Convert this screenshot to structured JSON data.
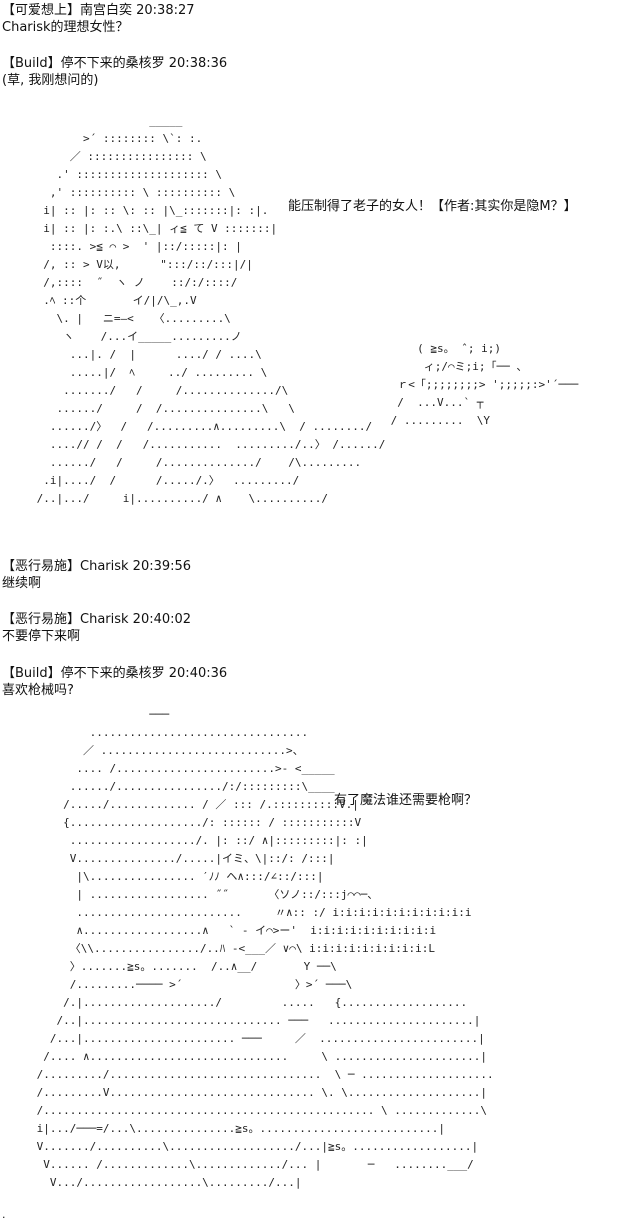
{
  "messages": [
    {
      "header": "【可爱想上】南宫白奕 20:38:27",
      "body": "Charisk的理想女性？"
    },
    {
      "header": "【Build】停不下来的桑核罗 20:38:36",
      "body": "(草, 我刚想问的)"
    },
    {
      "header": "【恶行易施】Charisk 20:39:56",
      "body": "继续啊"
    },
    {
      "header": "【恶行易施】Charisk 20:40:02",
      "body": "不要停下来啊"
    },
    {
      "header": "【Build】停不下来的桑核罗 20:40:36",
      "body": "喜欢枪械吗?"
    }
  ],
  "speech": [
    "能压制得了老子的女人！【作者:其实你是隐M？】",
    "有了魔法谁还需要枪啊？"
  ]
}
